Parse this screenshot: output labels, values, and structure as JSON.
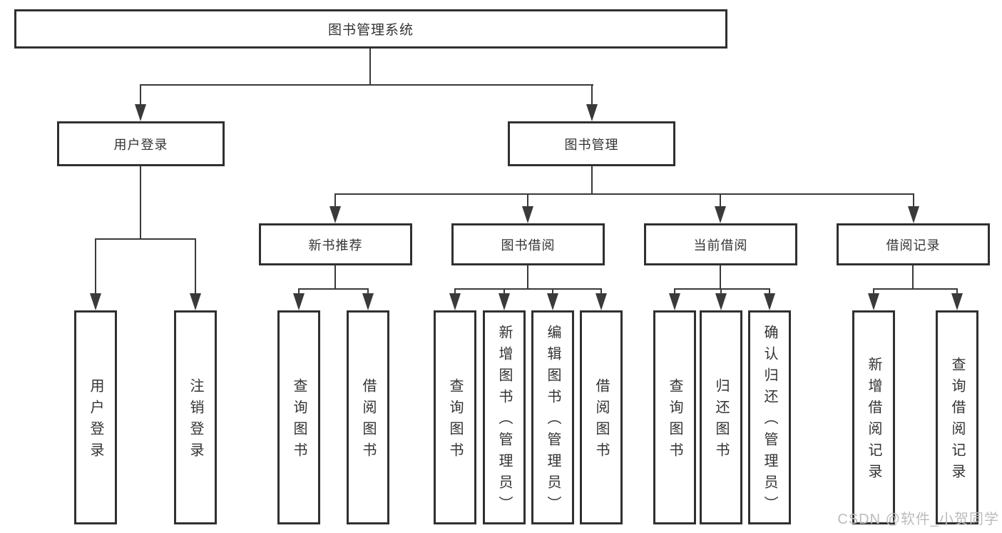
{
  "diagram": {
    "root": {
      "label": "图书管理系统"
    },
    "level2": {
      "user_login": {
        "label": "用户登录"
      },
      "book_mgmt": {
        "label": "图书管理"
      }
    },
    "level3": {
      "new_books": {
        "label": "新书推荐"
      },
      "book_borrow": {
        "label": "图书借阅"
      },
      "current_borrow": {
        "label": "当前借阅"
      },
      "borrow_records": {
        "label": "借阅记录"
      }
    },
    "leaves": {
      "g1": [
        "用户登录",
        "注销登录"
      ],
      "g2": [
        "查询图书",
        "借阅图书"
      ],
      "g3": [
        "查询图书",
        "新增图书（管理员）",
        "编辑图书（管理员）",
        "借阅图书"
      ],
      "g4": [
        "查询图书",
        "归还图书",
        "确认归还（管理员）"
      ],
      "g5": [
        "新增借阅记录",
        "查询借阅记录"
      ]
    }
  },
  "watermark": "CSDN @软件_小贺同学",
  "colors": {
    "line": "#3a3a3a",
    "box_border": "#303030",
    "text": "#333333",
    "watermark": "#bcbcbc"
  }
}
